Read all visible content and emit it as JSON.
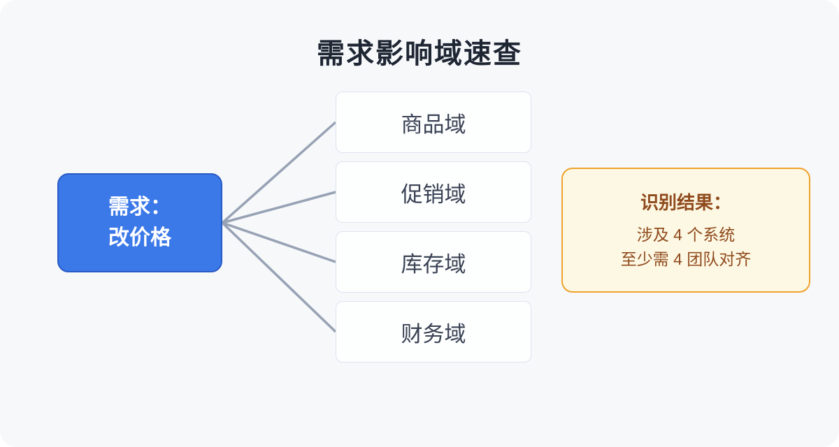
{
  "title": "需求影响域速查",
  "requirement_node": {
    "line1": "需求：",
    "line2": "改价格"
  },
  "domains": [
    {
      "label": "商品域"
    },
    {
      "label": "促销域"
    },
    {
      "label": "库存域"
    },
    {
      "label": "财务域"
    }
  ],
  "result": {
    "heading": "识别结果：",
    "line1": "涉及 4 个系统",
    "line2": "至少需 4 团队对齐"
  },
  "colors": {
    "canvas_background": "#f6f8fa",
    "requirement_fill": "#3b78e8",
    "requirement_border": "#2a5bc6",
    "requirement_text": "#ffffff",
    "domain_fill": "#fdfefe",
    "domain_border": "#dde4ef",
    "domain_text": "#3a4254",
    "connector": "#97a2b4",
    "result_fill": "#fdf8e3",
    "result_border": "#f0a22b",
    "result_text": "#8f4a1d",
    "title_text": "#1f2633"
  }
}
